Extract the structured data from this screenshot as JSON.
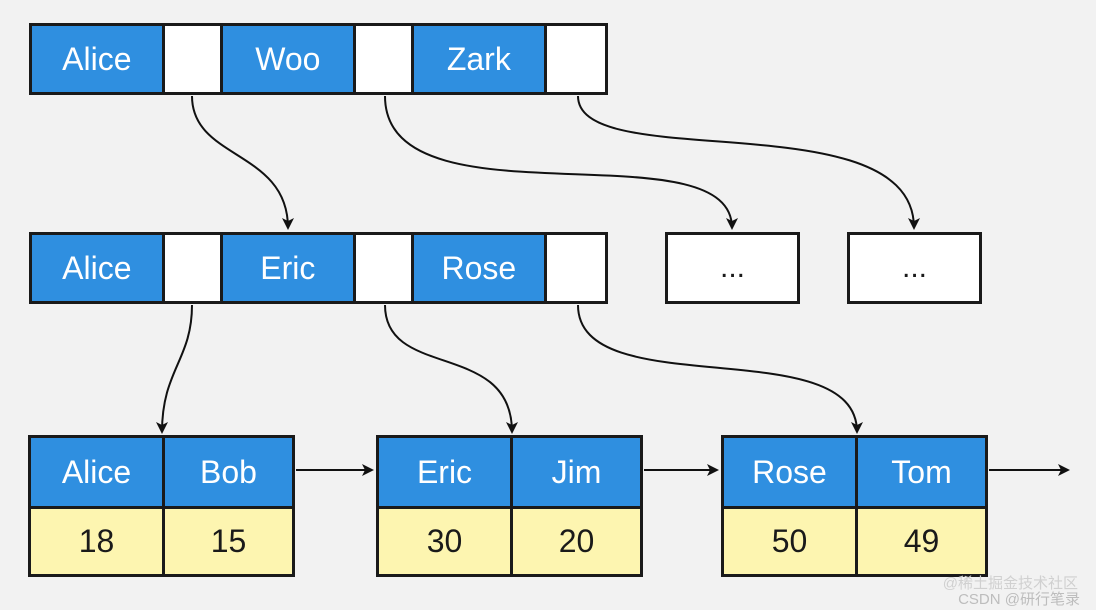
{
  "root": {
    "keys": [
      "Alice",
      "Woo",
      "Zark"
    ]
  },
  "internal": {
    "keys": [
      "Alice",
      "Eric",
      "Rose"
    ]
  },
  "placeholders": [
    "...",
    "..."
  ],
  "leaves": [
    {
      "keys": [
        "Alice",
        "Bob"
      ],
      "values": [
        "18",
        "15"
      ]
    },
    {
      "keys": [
        "Eric",
        "Jim"
      ],
      "values": [
        "30",
        "20"
      ]
    },
    {
      "keys": [
        "Rose",
        "Tom"
      ],
      "values": [
        "50",
        "49"
      ]
    }
  ],
  "watermark": {
    "line1": "@稀土掘金技术社区",
    "line2": "CSDN @研行笔录"
  },
  "colors": {
    "key_fill": "#2f8fe0",
    "value_fill": "#fdf5b0",
    "pointer_fill": "#ffffff",
    "background": "#f2f2f2"
  }
}
